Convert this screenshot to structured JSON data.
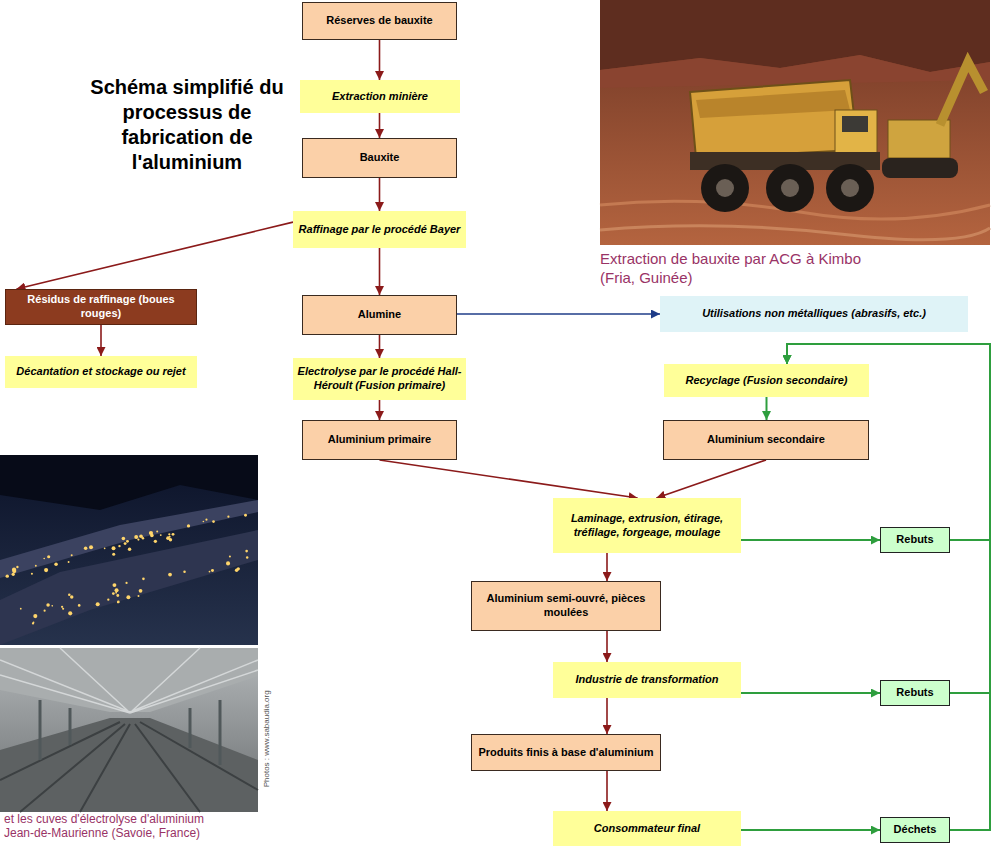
{
  "diagram": {
    "title": "Schéma simplifié du processus de fabrication de l'aluminium",
    "nodes": [
      {
        "text": [
          "Réserves de bauxite"
        ]
      },
      {
        "text": [
          "Extraction minière"
        ]
      },
      {
        "text": [
          "Bauxite"
        ]
      },
      {
        "text": [
          "Raffinage par le procédé Bayer"
        ]
      },
      {
        "text": [
          "Résidus de raffinage (boues rouges)"
        ]
      },
      {
        "text": [
          "Alumine"
        ]
      },
      {
        "text": [
          "Utilisations non métalliques (abrasifs, etc.)"
        ]
      },
      {
        "text": [
          "Décantation et stockage ou rejet"
        ]
      },
      {
        "text": [
          "Electrolyse par le procédé Hall-Héroult (Fusion primaire)"
        ]
      },
      {
        "text": [
          "Recyclage (Fusion secondaire)"
        ]
      },
      {
        "text": [
          "Aluminium primaire"
        ]
      },
      {
        "text": [
          "Aluminium secondaire"
        ]
      },
      {
        "text": [
          "Laminage, extrusion, étirage, tréfilage, forgeage, moulage"
        ]
      },
      {
        "text": [
          "Rebuts"
        ]
      },
      {
        "text": [
          "Aluminium semi-ouvré, pièces moulées"
        ]
      },
      {
        "text": [
          "Industrie de transformation"
        ]
      },
      {
        "text": [
          "Rebuts"
        ]
      },
      {
        "text": [
          "Produits finis à base d'aluminium"
        ]
      },
      {
        "text": [
          "Consommateur final"
        ]
      },
      {
        "text": [
          "Déchets"
        ]
      }
    ],
    "edges": [
      {
        "from": 0,
        "to": 1,
        "arrow": "to"
      },
      {
        "from": 1,
        "to": 2,
        "arrow": "to"
      },
      {
        "from": 2,
        "to": 3,
        "arrow": "to"
      },
      {
        "from": 3,
        "to": 5,
        "arrow": "to"
      },
      {
        "from": 3,
        "to": 4,
        "arrow": "to"
      },
      {
        "from": 4,
        "to": 7,
        "arrow": "to"
      },
      {
        "from": 5,
        "to": 6,
        "arrow": "to"
      },
      {
        "from": 5,
        "to": 8,
        "arrow": "to"
      },
      {
        "from": 8,
        "to": 10,
        "arrow": "to"
      },
      {
        "from": 9,
        "to": 11,
        "arrow": "to"
      },
      {
        "from": 10,
        "to": 12,
        "arrow": "to"
      },
      {
        "from": 11,
        "to": 12,
        "arrow": "to"
      },
      {
        "from": 12,
        "to": 14,
        "arrow": "to"
      },
      {
        "from": 14,
        "to": 15,
        "arrow": "to"
      },
      {
        "from": 15,
        "to": 17,
        "arrow": "to"
      },
      {
        "from": 17,
        "to": 18,
        "arrow": "to"
      },
      {
        "from": 12,
        "to": 13,
        "arrow": "to"
      },
      {
        "from": 15,
        "to": 16,
        "arrow": "to"
      },
      {
        "from": 18,
        "to": 19,
        "arrow": "to"
      },
      {
        "from": 13,
        "to": 9,
        "arrow": "to"
      },
      {
        "from": 16,
        "to": 9,
        "arrow": "to"
      },
      {
        "from": 19,
        "to": 9,
        "arrow": "to"
      }
    ],
    "labels": [
      "Extraction de bauxite par ACG à Kimbo (Fria, Guinée)",
      "Photos : www.sabaudia.org",
      "et les cuves d'électrolyse d'aluminium Jean-de-Maurienne (Savoie, France)"
    ]
  }
}
